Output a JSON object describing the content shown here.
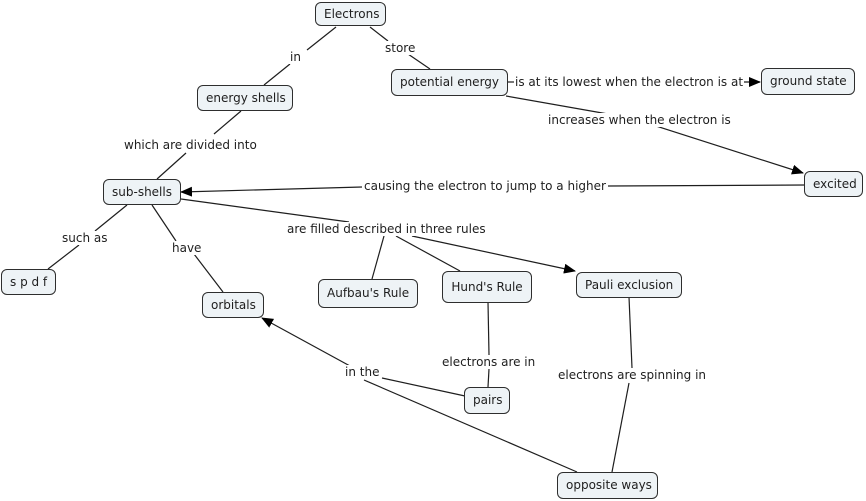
{
  "map": {
    "concepts": {
      "electrons": "Electrons",
      "energy_shells": "energy shells",
      "potential_energy": "potential energy",
      "ground_state": "ground state",
      "excited": "excited",
      "sub_shells": "sub-shells",
      "spdf": "s p d f",
      "orbitals": "orbitals",
      "aufbau": "Aufbau's Rule",
      "hunds": "Hund's Rule",
      "pauli": "Pauli exclusion",
      "pairs": "pairs",
      "opposite_ways": "opposite ways"
    },
    "linking_phrases": {
      "in": "in",
      "store": "store",
      "lowest": "is at its lowest when the electron is at",
      "increases": "increases when the electron is",
      "divided": "which are divided into",
      "causing": "causing the electron to jump to a higher",
      "such_as": "such as",
      "have": "have",
      "filled": "are filled described in three rules",
      "electrons_are_in": "electrons are in",
      "in_the": "in the",
      "spinning": "electrons are spinning in"
    },
    "propositions": [
      [
        "Electrons",
        "in",
        "energy shells"
      ],
      [
        "Electrons",
        "store",
        "potential energy"
      ],
      [
        "potential energy",
        "is at its lowest when the electron is at",
        "ground state"
      ],
      [
        "potential energy",
        "increases when the electron is",
        "excited"
      ],
      [
        "energy shells",
        "which are divided into",
        "sub-shells"
      ],
      [
        "excited",
        "causing the electron to jump to a higher",
        "sub-shells"
      ],
      [
        "sub-shells",
        "such as",
        "s p d f"
      ],
      [
        "sub-shells",
        "have",
        "orbitals"
      ],
      [
        "sub-shells",
        "are filled described in three rules",
        "Aufbau's Rule"
      ],
      [
        "sub-shells",
        "are filled described in three rules",
        "Hund's Rule"
      ],
      [
        "sub-shells",
        "are filled described in three rules",
        "Pauli exclusion"
      ],
      [
        "Hund's Rule",
        "electrons are in",
        "pairs"
      ],
      [
        "Pauli exclusion",
        "electrons are spinning in",
        "opposite ways"
      ],
      [
        "pairs",
        "in the",
        "orbitals"
      ],
      [
        "opposite ways",
        "in the",
        "orbitals"
      ]
    ],
    "colors": {
      "node_fill": "#eef3f6",
      "node_border": "#2e2e2e",
      "line": "#1e1e1e",
      "text": "#1e1e1e"
    }
  }
}
